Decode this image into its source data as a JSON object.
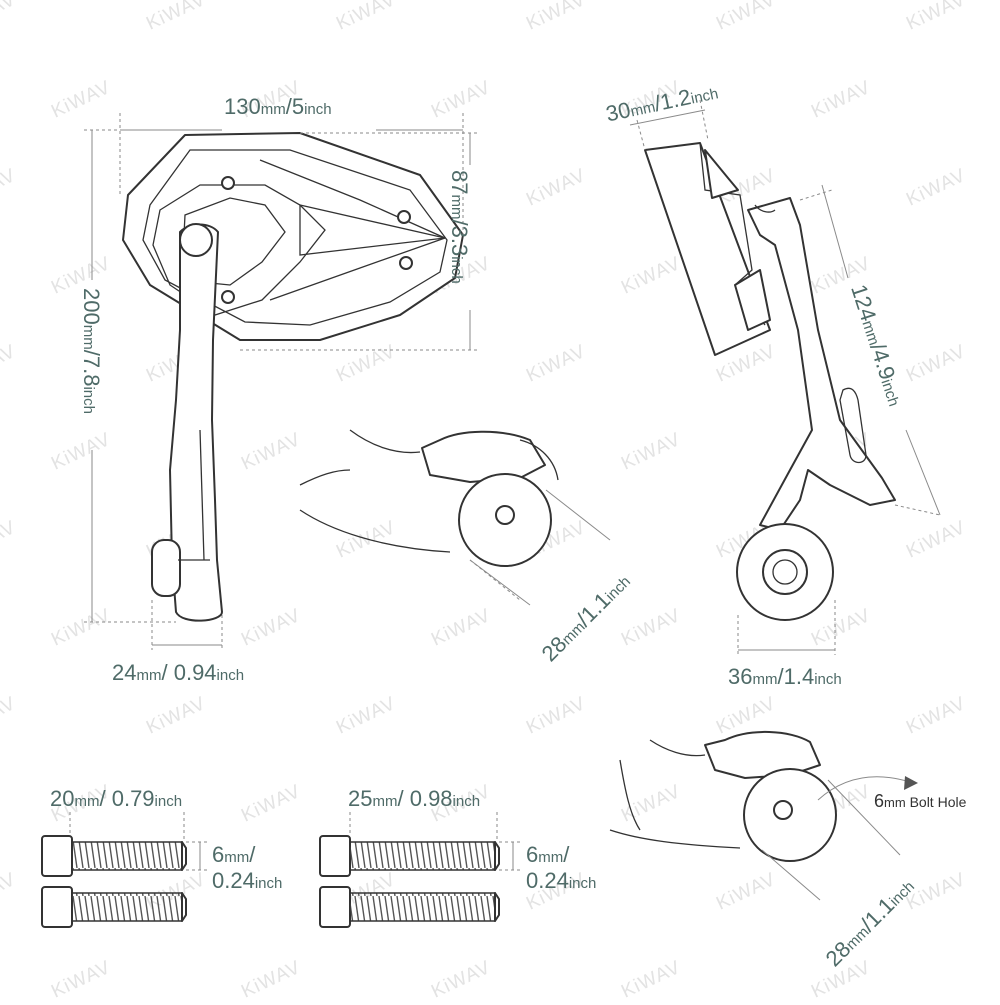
{
  "watermark": "KiWAV",
  "mirror_front": {
    "width": {
      "num": "130",
      "unit_mm": "mm",
      "sep": "/",
      "inch_num": "5",
      "unit_in": "inch"
    },
    "height": {
      "num": "87",
      "unit_mm": "mm",
      "sep": "/",
      "inch_num": "3.3",
      "unit_in": "inch"
    },
    "total_height": {
      "num": "200",
      "unit_mm": "mm",
      "sep": "/",
      "inch_num": "7.8",
      "unit_in": "inch"
    },
    "base_width": {
      "num": "24",
      "unit_mm": "mm",
      "sep": "/ ",
      "inch_num": "0.94",
      "unit_in": "inch"
    }
  },
  "mirror_side": {
    "thickness": {
      "num": "30",
      "unit_mm": "mm",
      "sep": "/",
      "inch_num": "1.2",
      "unit_in": "inch"
    },
    "arm_length": {
      "num": "124",
      "unit_mm": "mm",
      "sep": "/",
      "inch_num": "4.9",
      "unit_in": "inch"
    },
    "base_width": {
      "num": "36",
      "unit_mm": "mm",
      "sep": "/",
      "inch_num": "1.4",
      "unit_in": "inch"
    }
  },
  "clamp_detail_1": {
    "diameter": {
      "num": "28",
      "unit_mm": "mm",
      "sep": "/",
      "inch_num": "1.1",
      "unit_in": "inch"
    }
  },
  "clamp_detail_2": {
    "diameter": {
      "num": "28",
      "unit_mm": "mm",
      "sep": "/",
      "inch_num": "1.1",
      "unit_in": "inch"
    },
    "bolt_hole": {
      "num": "6",
      "unit_mm": "mm",
      "rest": " Bolt Hole"
    }
  },
  "bolt_short": {
    "length": {
      "num": "20",
      "unit_mm": "mm",
      "sep": "/ ",
      "inch_num": "0.79",
      "unit_in": "inch"
    },
    "diameter": {
      "num": "6",
      "unit_mm": "mm",
      "sep": "/",
      "inch_num": "0.24",
      "unit_in": "inch"
    }
  },
  "bolt_long": {
    "length": {
      "num": "25",
      "unit_mm": "mm",
      "sep": "/ ",
      "inch_num": "0.98",
      "unit_in": "inch"
    },
    "diameter": {
      "num": "6",
      "unit_mm": "mm",
      "sep": "/",
      "inch_num": "0.24",
      "unit_in": "inch"
    }
  }
}
